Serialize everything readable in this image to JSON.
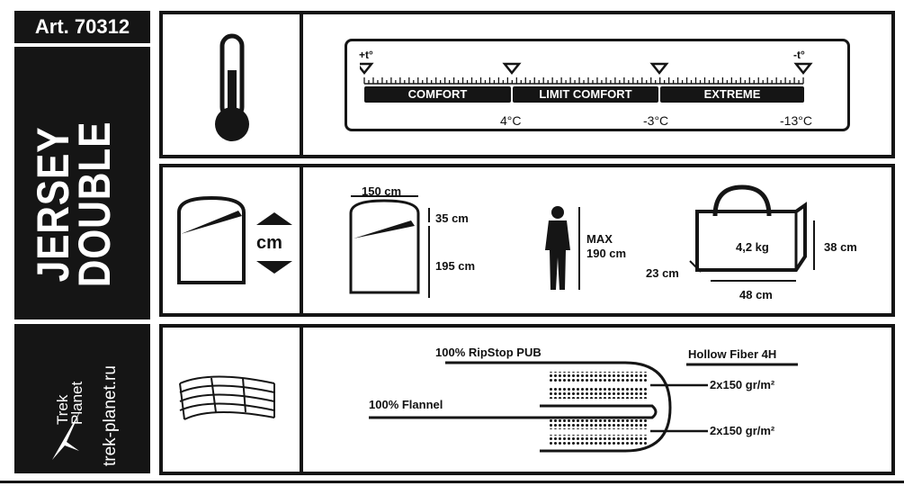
{
  "article": "Art. 70312",
  "product_name": {
    "line1": "JERSEY",
    "line2": "DOUBLE"
  },
  "brand": {
    "logo_text_1": "Trek",
    "logo_text_2": "Planet",
    "website": "trek-planet.ru"
  },
  "temperature": {
    "warm_label": "+t°",
    "cold_label": "-t°",
    "zones": [
      "COMFORT",
      "LIMIT COMFORT",
      "EXTREME"
    ],
    "values": [
      "4°C",
      "-3°C",
      "-13°C"
    ]
  },
  "dimensions": {
    "unit_icon_label": "cm",
    "width": "150 cm",
    "hood": "35 cm",
    "length": "195 cm",
    "max_height_label": "MAX",
    "max_height": "190 cm",
    "weight": "4,2 kg",
    "pack_height": "38 cm",
    "pack_depth": "23 cm",
    "pack_length": "48 cm"
  },
  "materials": {
    "shell": "100% RipStop PUB",
    "lining": "100%  Flannel",
    "insulation": "Hollow Fiber 4H",
    "insulation_top": "2x150 gr/m²",
    "insulation_bottom": "2x150 gr/m²"
  }
}
